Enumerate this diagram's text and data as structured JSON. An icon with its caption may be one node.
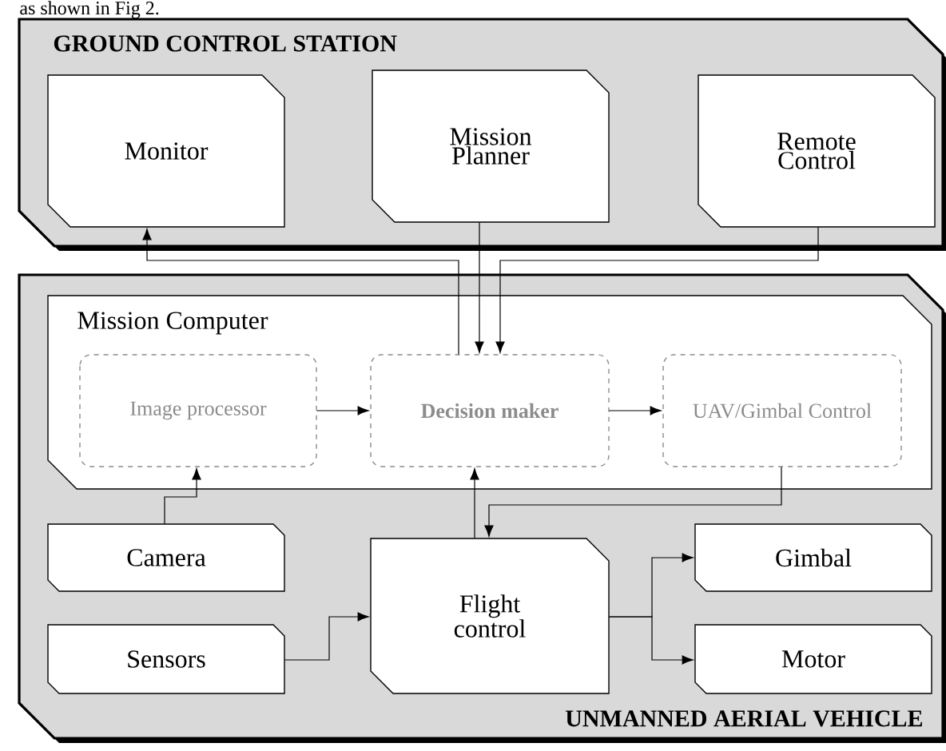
{
  "diagram": {
    "nodes": [
      {
        "text": [
          "GROUND CONTROL STATION"
        ]
      },
      {
        "text": [
          "Monitor"
        ],
        "in": 0
      },
      {
        "text": [
          "Mission Planner"
        ],
        "in": 0
      },
      {
        "text": [
          "Remote Control"
        ],
        "in": 0
      },
      {
        "text": [
          "UNMANNED AERIAL VEHICLE"
        ]
      },
      {
        "text": [
          "Mission Computer"
        ],
        "in": 4
      },
      {
        "text": [
          "Image processor"
        ],
        "in": 5
      },
      {
        "text": [
          "Decision maker"
        ],
        "in": 5
      },
      {
        "text": [
          "UAV/Gimbal Control"
        ],
        "in": 5
      },
      {
        "text": [
          "Camera"
        ],
        "in": 4
      },
      {
        "text": [
          "Sensors"
        ],
        "in": 4
      },
      {
        "text": [
          "Flight control"
        ],
        "in": 4
      },
      {
        "text": [
          "Gimbal"
        ],
        "in": 4
      },
      {
        "text": [
          "Motor"
        ],
        "in": 4
      }
    ],
    "edges": [
      {
        "from": 7,
        "to": 1,
        "arrow": "to"
      },
      {
        "from": 2,
        "to": 7,
        "arrow": "to"
      },
      {
        "from": 3,
        "to": 7,
        "arrow": "to"
      },
      {
        "from": 6,
        "to": 7,
        "arrow": "to"
      },
      {
        "from": 7,
        "to": 8,
        "arrow": "to"
      },
      {
        "from": 9,
        "to": 6,
        "arrow": "to"
      },
      {
        "from": 11,
        "to": 7,
        "arrow": "to"
      },
      {
        "from": 8,
        "to": 11,
        "arrow": "to"
      },
      {
        "from": 10,
        "to": 11,
        "arrow": "to"
      },
      {
        "from": 11,
        "to": 12,
        "arrow": "to"
      },
      {
        "from": 11,
        "to": 13,
        "arrow": "to"
      }
    ],
    "labels": [
      "as shown in Fig 2."
    ]
  }
}
